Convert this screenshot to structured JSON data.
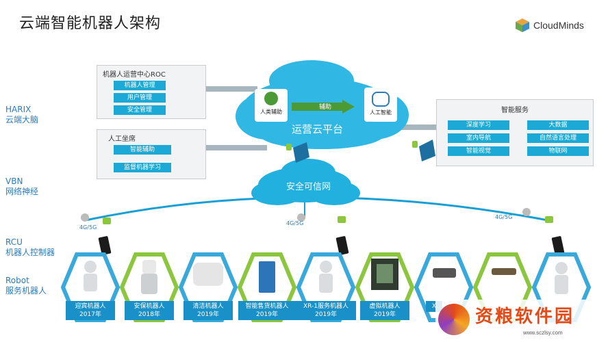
{
  "title": "云端智能机器人架构",
  "brand": "CloudMinds",
  "layers": [
    {
      "label_en": "HARIX",
      "label_cn": "云端大脑"
    },
    {
      "label_en": "VBN",
      "label_cn": "网络神经"
    },
    {
      "label_en": "RCU",
      "label_cn": "机器人控制器"
    },
    {
      "label_en": "Robot",
      "label_cn": "服务机器人"
    }
  ],
  "roc": {
    "title": "机器人运营中心ROC",
    "items": [
      "机器人管理",
      "用户管理",
      "安全管理"
    ]
  },
  "agent": {
    "title": "人工坐席",
    "items": [
      "智能辅助",
      "监督机器学习"
    ]
  },
  "cloud": {
    "left_label": "人类辅助",
    "arrow_label": "辅助",
    "right_label": "人工智能",
    "name": "运营云平台"
  },
  "services": {
    "title": "智能服务",
    "items": [
      "深度学习",
      "大数据",
      "室内导航",
      "自然语言处理",
      "智能视觉",
      "物联网"
    ]
  },
  "network": {
    "name": "安全可信网",
    "links": [
      "4G/5G",
      "4G/5G",
      "4G/5G"
    ]
  },
  "robots": [
    {
      "name": "迎宾机器人",
      "year": "2017年"
    },
    {
      "name": "安保机器人",
      "year": "2018年"
    },
    {
      "name": "清洁机器人",
      "year": "2019年"
    },
    {
      "name": "智能售货机器人",
      "year": "2019年"
    },
    {
      "name": "XR-1服务机器人",
      "year": "2019年"
    },
    {
      "name": "虚拟机器人",
      "year": "2019年"
    },
    {
      "name": "X",
      "year": ""
    }
  ],
  "watermark": {
    "text": "资粮软件园",
    "url": "www.sczlsy.com"
  },
  "colors": {
    "accent": "#1da9d6",
    "label": "#2a7bbf",
    "hex_green": "#8cc63f",
    "hex_blue": "#39a9dc"
  }
}
